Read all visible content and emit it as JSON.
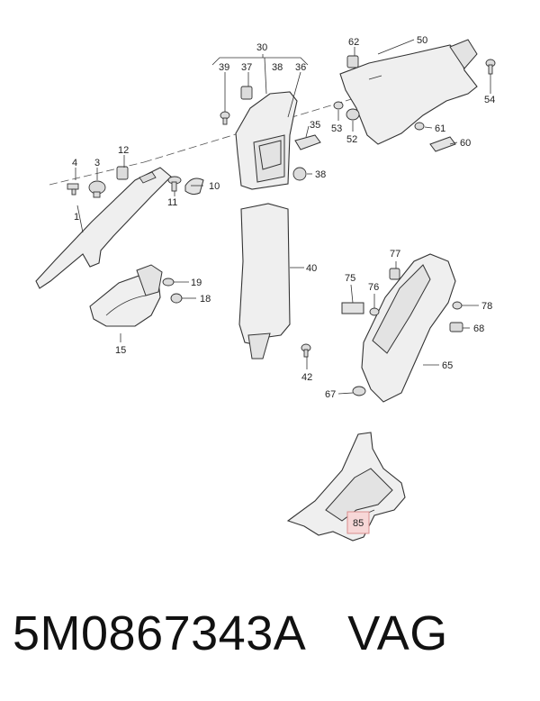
{
  "callouts": {
    "c1": "1",
    "c3": "3",
    "c4": "4",
    "c10": "10",
    "c11": "11",
    "c12": "12",
    "c15": "15",
    "c18": "18",
    "c19": "19",
    "c30": "30",
    "c35": "35",
    "c36": "36",
    "c37": "37",
    "c38a": "38",
    "c38b": "38",
    "c39": "39",
    "c40": "40",
    "c42": "42",
    "c50": "50",
    "c52": "52",
    "c53": "53",
    "c54": "54",
    "c60": "60",
    "c61": "61",
    "c62": "62",
    "c65": "65",
    "c67": "67",
    "c68": "68",
    "c75": "75",
    "c76": "76",
    "c77": "77",
    "c78": "78",
    "c85": "85"
  },
  "highlighted_part": "85",
  "colors": {
    "highlight_fill": "#f7d7d7",
    "highlight_border": "#d98c8c"
  },
  "footer": {
    "part_number": "5M0867343A",
    "brand": "VAG"
  }
}
